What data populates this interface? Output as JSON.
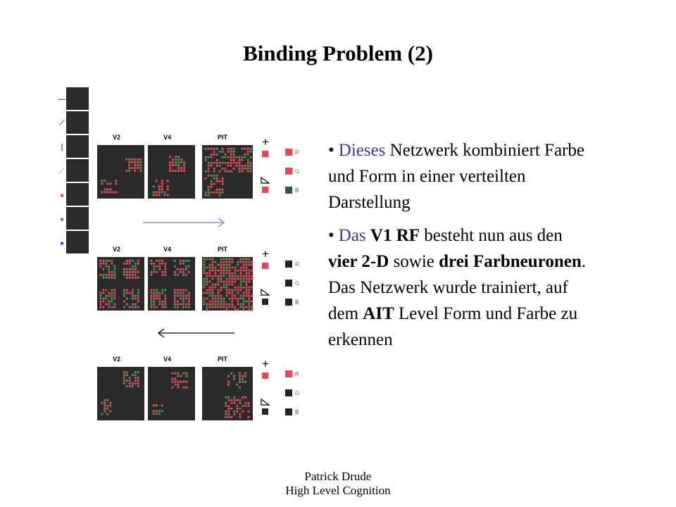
{
  "title": "Binding Problem (2)",
  "figure": {
    "row_labels": [
      "V2",
      "V4",
      "PIT"
    ],
    "legend_letters": [
      "R",
      "G",
      "B"
    ],
    "plus": "+"
  },
  "bullets": [
    {
      "bullet": "•",
      "segments": [
        {
          "text": "Dieses",
          "style": "blue"
        },
        {
          "text": " Netzwerk kombiniert Farbe und Form in einer verteilten Darstellung",
          "style": "normal"
        }
      ]
    },
    {
      "bullet": "•",
      "segments": [
        {
          "text": "Das",
          "style": "blue"
        },
        {
          "text": " ",
          "style": "normal"
        },
        {
          "text": "V1 RF",
          "style": "bold"
        },
        {
          "text": " besteht nun aus den ",
          "style": "normal"
        },
        {
          "text": "vier 2-D",
          "style": "bold"
        },
        {
          "text": " sowie ",
          "style": "normal"
        },
        {
          "text": "drei Farbneuronen",
          "style": "bold"
        },
        {
          "text": ". Das Netzwerk wurde trainiert, auf dem ",
          "style": "normal"
        },
        {
          "text": "AIT",
          "style": "bold"
        },
        {
          "text": " Level Form und Farbe zu erkennen",
          "style": "normal"
        }
      ]
    }
  ],
  "footer": {
    "author": "Patrick Drude",
    "course": "High Level Cognition"
  },
  "colors": {
    "blue_text": "#3b3b9e",
    "panel_bg": "#2a2a2a",
    "red_unit": "#e8465a",
    "green_unit": "#3f9a4a",
    "arrow_blue": "#6a7fc0"
  }
}
